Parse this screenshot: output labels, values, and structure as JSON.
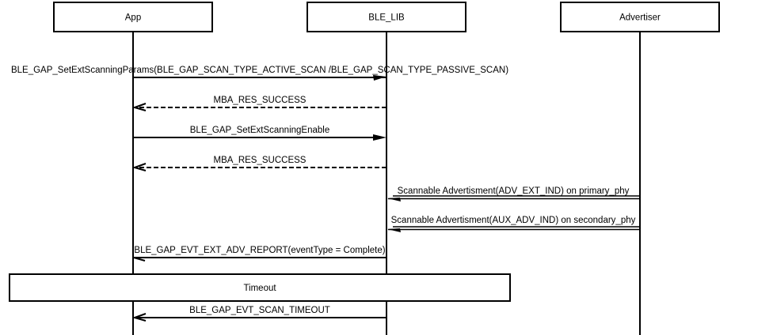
{
  "diagram": {
    "type": "sequence",
    "participants": [
      {
        "id": "app",
        "label": "App"
      },
      {
        "id": "ble_lib",
        "label": "BLE_LIB"
      },
      {
        "id": "advertiser",
        "label": "Advertiser"
      }
    ],
    "messages": [
      {
        "from": "app",
        "to": "ble_lib",
        "style": "solid",
        "arrow": "filled-half-top",
        "label": "BLE_GAP_SetExtScanningParams(BLE_GAP_SCAN_TYPE_ACTIVE_SCAN /BLE_GAP_SCAN_TYPE_PASSIVE_SCAN)"
      },
      {
        "from": "ble_lib",
        "to": "app",
        "style": "dashed",
        "arrow": "open",
        "label": "MBA_RES_SUCCESS"
      },
      {
        "from": "app",
        "to": "ble_lib",
        "style": "solid",
        "arrow": "filled",
        "label": "BLE_GAP_SetExtScanningEnable"
      },
      {
        "from": "ble_lib",
        "to": "app",
        "style": "dashed",
        "arrow": "open",
        "label": "MBA_RES_SUCCESS"
      },
      {
        "from": "advertiser",
        "to": "ble_lib",
        "style": "double",
        "arrow": "filled-half",
        "label": "Scannable Advertisment(ADV_EXT_IND) on primary_phy"
      },
      {
        "from": "advertiser",
        "to": "ble_lib",
        "style": "double",
        "arrow": "filled-half",
        "label": "Scannable Advertisment(AUX_ADV_IND) on secondary_phy"
      },
      {
        "from": "ble_lib",
        "to": "app",
        "style": "solid",
        "arrow": "open-half",
        "label": "BLE_GAP_EVT_EXT_ADV_REPORT(eventType = Complete)"
      },
      {
        "from": "ble_lib",
        "to": "app",
        "style": "solid",
        "arrow": "open",
        "label": "BLE_GAP_EVT_SCAN_TIMEOUT"
      }
    ],
    "notes": [
      {
        "label": "Timeout",
        "spans": [
          "app",
          "ble_lib"
        ],
        "after_message": 6
      }
    ]
  }
}
